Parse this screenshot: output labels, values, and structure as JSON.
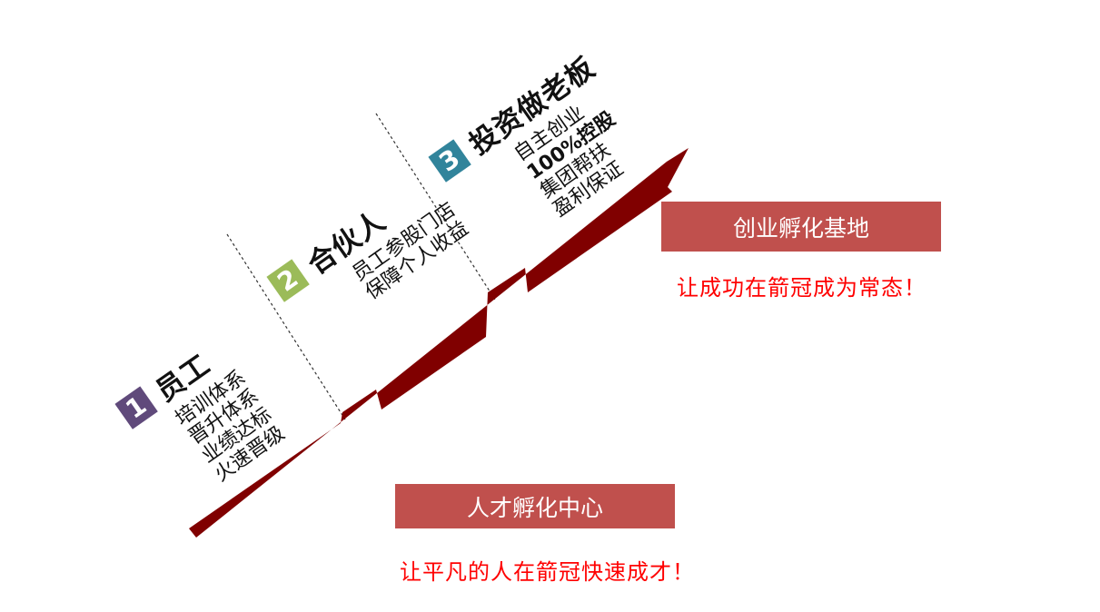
{
  "colors": {
    "arrow": "#800000",
    "badge_1": "#604a7b",
    "badge_2": "#9bbb59",
    "badge_3": "#31849b",
    "box": "#c0504d",
    "slogan": "#ff0000",
    "divider": "#333333"
  },
  "steps": [
    {
      "number": "1",
      "title": "员工",
      "lines": [
        "培训体系",
        "晋升体系",
        "业绩达标",
        "火速晋级"
      ]
    },
    {
      "number": "2",
      "title": "合伙人",
      "lines": [
        "员工参股门店",
        "保障个人收益"
      ]
    },
    {
      "number": "3",
      "title": "投资做老板",
      "lines": [
        "自主创业",
        "100%控股",
        "集团帮扶",
        "盈利保证"
      ]
    }
  ],
  "incubator_center": {
    "label": "人才孵化中心",
    "slogan": "让平凡的人在箭冠快速成才！"
  },
  "startup_base": {
    "label": "创业孵化基地",
    "slogan": "让成功在箭冠成为常态！"
  }
}
